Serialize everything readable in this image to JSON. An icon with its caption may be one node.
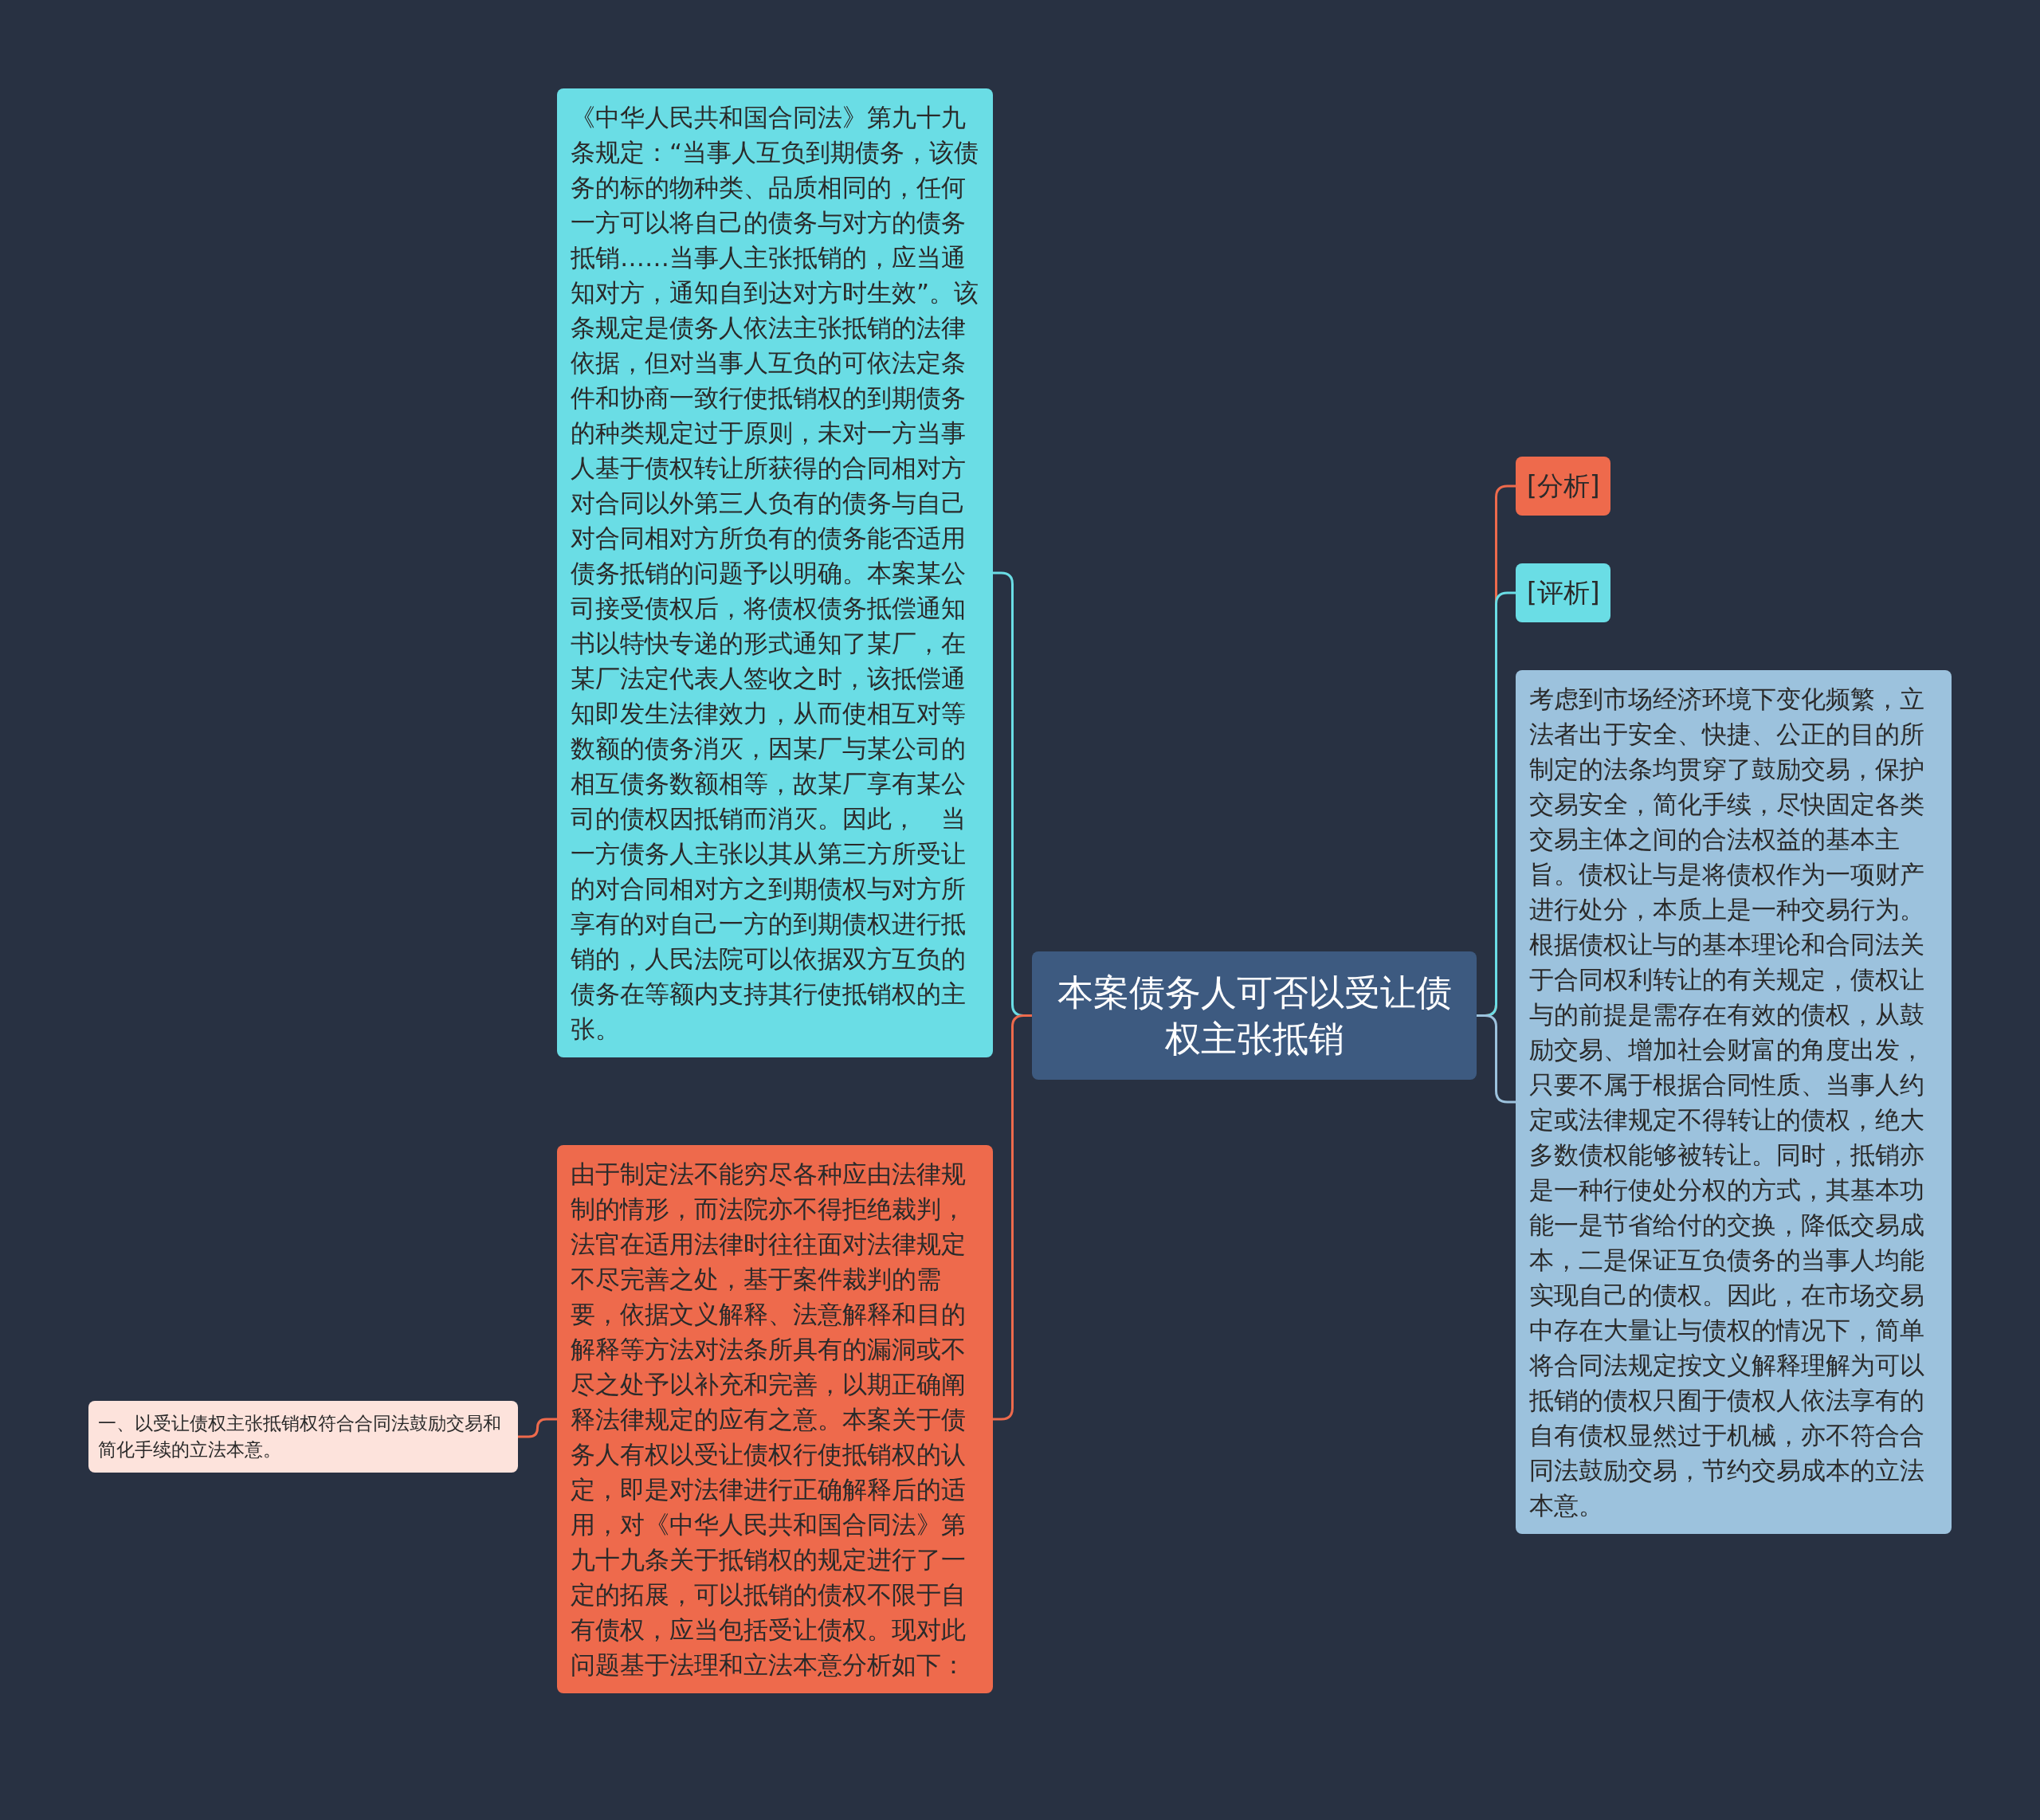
{
  "diagram": {
    "nodes": [
      {
        "text": [
          "本案债务人可否以受让债权主张抵销"
        ]
      },
      {
        "text": [
          "《中华人民共和国合同法》第九十九条规定：“当事人互负到期债务，该债务的标的物种类、品质相同的，任何一方可以将自己的债务与对方的债务抵销……当事人主张抵销的，应当通知对方，通知自到达对方时生效”。该条规定是债务人依法主张抵销的法律依据，但对当事人互负的可依法定条件和协商一致行使抵销权的到期债务的种类规定过于原则，未对一方当事人基于债权转让所获得的合同相对方对合同以外第三人负有的债务与自己对合同相对方所负有的债务能否适用债务抵销的问题予以明确。本案某公司接受债权后，将债权债务抵偿通知书以特快专递的形式通知了某厂，在某厂法定代表人签收之时，该抵偿通知即发生法律效力，从而使相互对等数额的债务消灭，因某厂与某公司的相互债务数额相等，故某厂享有某公司的债权因抵销而消灭。因此，　当一方债务人主张以其从第三方所受让的对合同相对方之到期债权与对方所享有的对自己一方的到期债权进行抵销的，人民法院可以依据双方互负的债务在等额内支持其行使抵销权的主张。"
        ]
      },
      {
        "text": [
          "由于制定法不能穷尽各种应由法律规制的情形，而法院亦不得拒绝裁判，法官在适用法律时往往面对法律规定不尽完善之处，基于案件裁判的需要，依据文义解释、法意解释和目的解释等方法对法条所具有的漏洞或不尽之处予以补充和完善，以期正确阐释法律规定的应有之意。本案关于债务人有权以受让债权行使抵销权的认定，即是对法律进行正确解释后的适用，对《中华人民共和国合同法》第九十九条关于抵销权的规定进行了一定的拓展，可以抵销的债权不限于自有债权，应当包括受让债权。现对此问题基于法理和立法本意分析如下："
        ]
      },
      {
        "text": [
          "一、以受让债权主张抵销权符合合同法鼓励交易和简化手续的立法本意。"
        ]
      },
      {
        "text": [
          "[分析]"
        ]
      },
      {
        "text": [
          "[评析]"
        ]
      },
      {
        "text": [
          "考虑到市场经济环境下变化频繁，立法者出于安全、快捷、公正的目的所制定的法条均贯穿了鼓励交易，保护交易安全，简化手续，尽快固定各类交易主体之间的合法权益的基本主旨。债权让与是将债权作为一项财产进行处分，本质上是一种交易行为。根据债权让与的基本理论和合同法关于合同权利转让的有关规定，债权让与的前提是需存在有效的债权，从鼓励交易、增加社会财富的角度出发，只要不属于根据合同性质、当事人约定或法律规定不得转让的债权，绝大多数债权能够被转让。同时，抵销亦是一种行使处分权的方式，其基本功能一是节省给付的交换，降低交易成本，二是保证互负债务的当事人均能实现自己的债权。因此，在市场交易中存在大量让与债权的情况下，简单将合同法规定按文义解释理解为可以抵销的债权只囿于债权人依法享有的自有债权显然过于机械，亦不符合合同法鼓励交易，节约交易成本的立法本意。"
        ]
      }
    ],
    "edges": [
      {
        "from": 0,
        "to": 1,
        "arrow": "none",
        "color": "#6adde5"
      },
      {
        "from": 0,
        "to": 2,
        "arrow": "none",
        "color": "#ee6a4c"
      },
      {
        "from": 2,
        "to": 3,
        "arrow": "none",
        "color": "#ee6a4c"
      },
      {
        "from": 0,
        "to": 4,
        "arrow": "none",
        "color": "#ee6a4c"
      },
      {
        "from": 0,
        "to": 5,
        "arrow": "none",
        "color": "#6adde5"
      },
      {
        "from": 0,
        "to": 6,
        "arrow": "none",
        "color": "#9cc2dd"
      }
    ]
  }
}
